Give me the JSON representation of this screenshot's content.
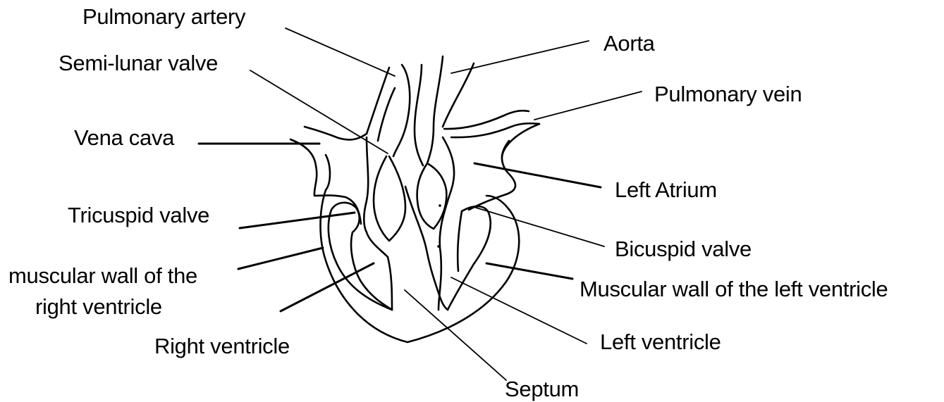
{
  "labels": {
    "pulmonary_artery": "Pulmonary artery",
    "aorta": "Aorta",
    "semi_lunar_valve": "Semi-lunar valve",
    "pulmonary_vein": "Pulmonary vein",
    "vena_cava": "Vena cava",
    "left_atrium": "Left Atrium",
    "tricuspid_valve": "Tricuspid valve",
    "bicuspid_valve": "Bicuspid valve",
    "muscular_wall_right_line1": "muscular wall of the",
    "muscular_wall_right_line2": "right ventricle",
    "muscular_wall_left": "Muscular wall of the left ventricle",
    "right_ventricle": "Right ventricle",
    "left_ventricle": "Left ventricle",
    "septum": "Septum"
  }
}
